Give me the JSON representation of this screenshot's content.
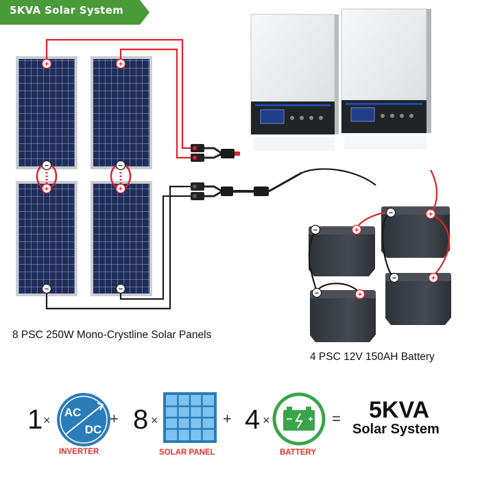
{
  "banner": {
    "title": "5KVA  Solar System",
    "color": "#4a9a3a"
  },
  "captions": {
    "panels": "8 PSC 250W Mono-Crystline Solar Panels",
    "battery": "4 PSC 12V 150AH Battery"
  },
  "terminals": {
    "positive": "+",
    "negative": "−"
  },
  "formula": {
    "inverter_count": "1",
    "panel_count": "8",
    "battery_count": "4",
    "times": "×",
    "plus": "+",
    "equals": "=",
    "inverter_label": "INVERTER",
    "panel_label": "SOLAR PANEL",
    "battery_label": "BATTERY",
    "inverter_icon_text_top": "AC",
    "inverter_icon_text_bottom": "DC",
    "result_main": "5KVA",
    "result_sub": "Solar System"
  },
  "colors": {
    "wire_positive": "#e4202a",
    "wire_negative": "#1a1a1a",
    "panel_cell": "#1f2d5c",
    "panel_frame": "#c9ccd2",
    "battery_body": "#3b4048",
    "inverter_body": "#eceeef",
    "icon_blue": "#2a7db8",
    "icon_green": "#3aa44a",
    "caption_red": "#e4322b"
  },
  "icons": [
    "inverter-icon",
    "solar-panel-icon",
    "battery-icon",
    "connector-icon"
  ]
}
